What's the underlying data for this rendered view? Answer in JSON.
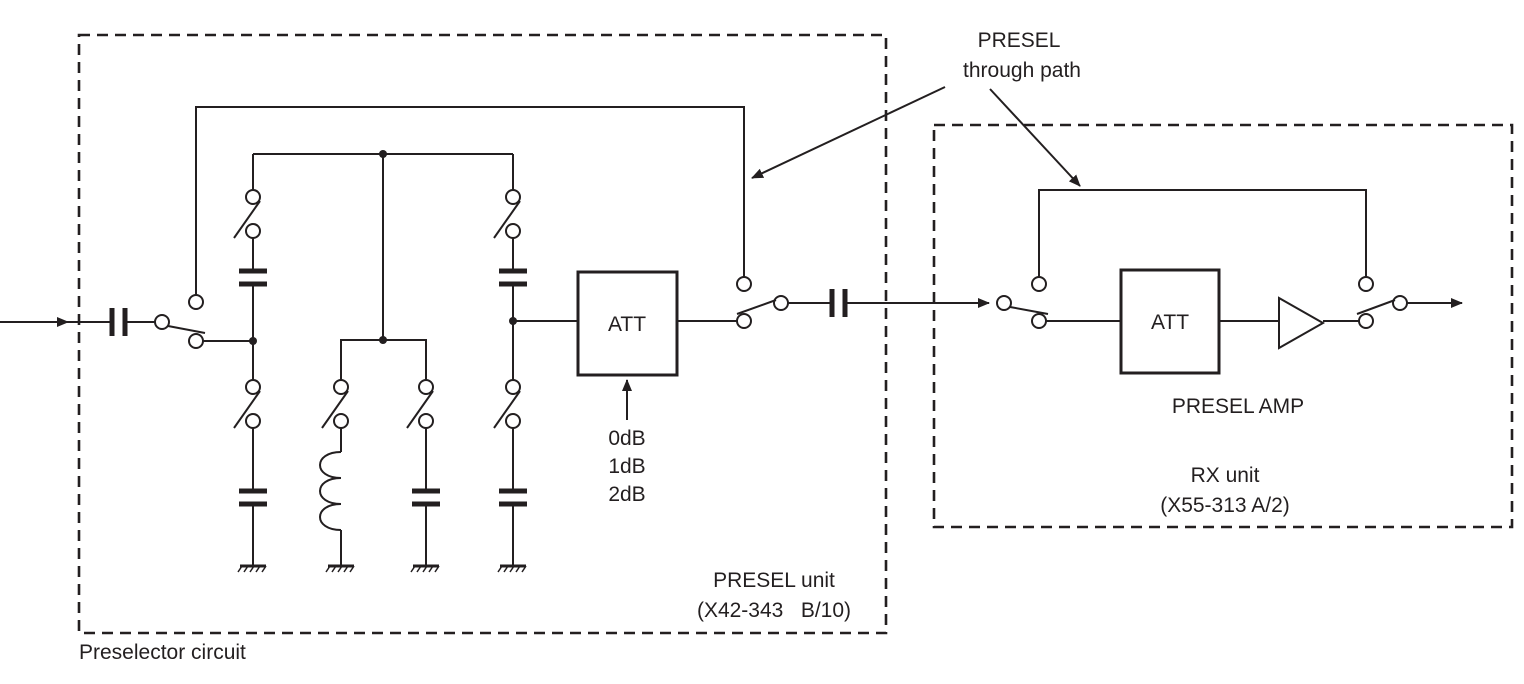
{
  "diagram": {
    "preselector": {
      "caption": "Preselector circuit",
      "unit_name": "PRESEL unit",
      "unit_code": "(X42-343   B/10)",
      "att_label": "ATT",
      "att_steps": [
        "0dB",
        "1dB",
        "2dB"
      ]
    },
    "through_path": {
      "line1": "PRESEL",
      "line2": "through path"
    },
    "rx": {
      "att_label": "ATT",
      "amp_label": "PRESEL AMP",
      "unit_name": "RX unit",
      "unit_code": "(X55-313  A/2)"
    }
  }
}
